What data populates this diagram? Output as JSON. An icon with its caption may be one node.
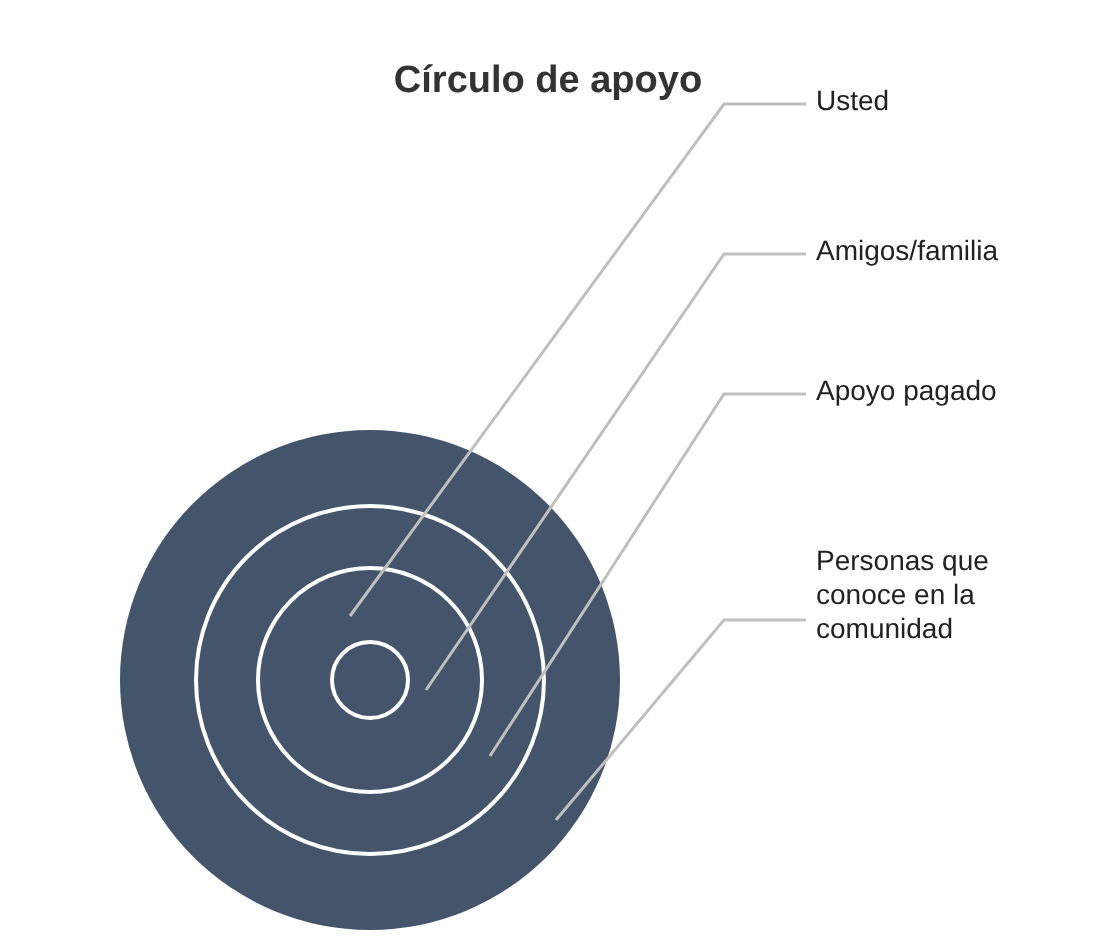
{
  "diagram": {
    "title": "Círculo de apoyo",
    "nodes": [
      {
        "text": [],
        "shape": "circle"
      },
      {
        "text": [],
        "shape": "circle",
        "in": 0
      },
      {
        "text": [],
        "shape": "circle",
        "in": 1
      },
      {
        "text": [],
        "shape": "circle",
        "in": 2
      },
      {
        "text": [
          "Usted"
        ]
      },
      {
        "text": [
          "Amigos/familia"
        ]
      },
      {
        "text": [
          "Apoyo pagado"
        ]
      },
      {
        "text": [
          "Personas que conoce en la comunidad"
        ]
      }
    ],
    "edges": [
      {
        "from": 4,
        "to": 3,
        "arrow": "none"
      },
      {
        "from": 5,
        "to": 2,
        "arrow": "none"
      },
      {
        "from": 6,
        "to": 1,
        "arrow": "none"
      },
      {
        "from": 7,
        "to": 0,
        "arrow": "none"
      }
    ]
  }
}
